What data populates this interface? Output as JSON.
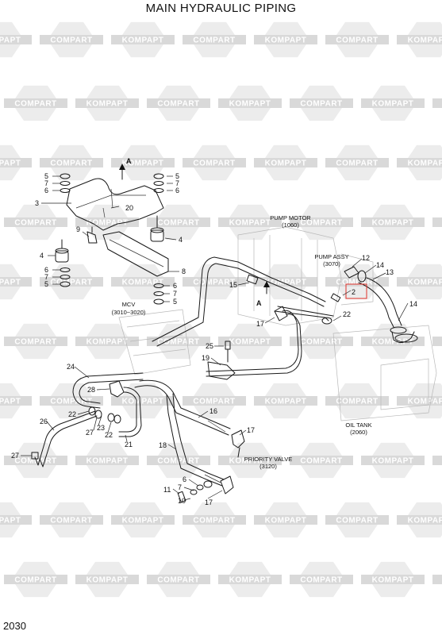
{
  "title": "MAIN HYDRAULIC PIPING",
  "page_number": "2030",
  "watermark": {
    "words": [
      "KOMPAPT",
      "COMPART"
    ],
    "color": "#d9d9d9"
  },
  "accent_color": "#e0322a",
  "view_marks": [
    "A",
    "A"
  ],
  "captions": {
    "pump_motor": [
      "PUMP MOTOR",
      "(1060)"
    ],
    "pump_assy": [
      "PUMP ASSY",
      "(3070)"
    ],
    "mcv": [
      "MCV",
      "(3010~3020)"
    ],
    "oil_tank": [
      "OIL TANK",
      "(2060)"
    ],
    "priority_valve": [
      "PRIORITY VALVE",
      "(3120)"
    ]
  },
  "part_numbers": {
    "bracket_left_stack": [
      "5",
      "7",
      "6"
    ],
    "bracket_right_stack": [
      "5",
      "7",
      "6"
    ],
    "bracket": "3",
    "bracket_top": "20",
    "bolt": "9",
    "mount_right": "4",
    "mount_left": "4",
    "lower_left_stack": [
      "6",
      "7",
      "5"
    ],
    "lower_bracket": "8",
    "lower_right_stack": [
      "6",
      "7",
      "5"
    ],
    "pump_fittings": [
      "12",
      "14",
      "13",
      "14"
    ],
    "callout_2": "2",
    "pipe_15": "15",
    "fitting_17a": "17",
    "washer_22a": "22",
    "fitting_25": "25",
    "hose_19": "19",
    "hose_24": "24",
    "elbow_28": "28",
    "washer_22b": "22",
    "pipe_26": "26",
    "fitting_27a": "27",
    "fitting_23": "23",
    "washer_22c": "22",
    "pipe_21": "21",
    "fitting_27b": "27",
    "hose_16": "16",
    "fitting_17b": "17",
    "hose_18": "18",
    "fitting_6": "6",
    "fitting_7": "7",
    "fitting_11": "11",
    "fitting_10": "10",
    "fitting_17c": "17"
  }
}
